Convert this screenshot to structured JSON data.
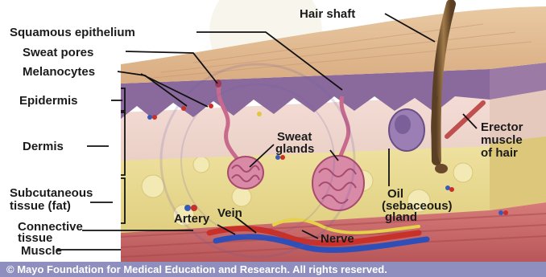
{
  "labels": {
    "hair_shaft": "Hair shaft",
    "squamous_epithelium": "Squamous epithelium",
    "sweat_pores": "Sweat pores",
    "melanocytes": "Melanocytes",
    "epidermis": "Epidermis",
    "dermis": "Dermis",
    "subcutaneous_line1": "Subcutaneous",
    "subcutaneous_line2": "tissue (fat)",
    "connective_line1": "Connective",
    "connective_line2": "tissue",
    "muscle": "Muscle",
    "artery": "Artery",
    "vein": "Vein",
    "nerve": "Nerve",
    "sweat_glands_line1": "Sweat",
    "sweat_glands_line2": "glands",
    "oil_gland_line1": "Oil",
    "oil_gland_line2": "(sebaceous)",
    "oil_gland_line3": "gland",
    "erector_line1": "Erector",
    "erector_line2": "muscle",
    "erector_line3": "of hair"
  },
  "copyright": "© Mayo Foundation for Medical Education and Research.  All rights reserved."
}
